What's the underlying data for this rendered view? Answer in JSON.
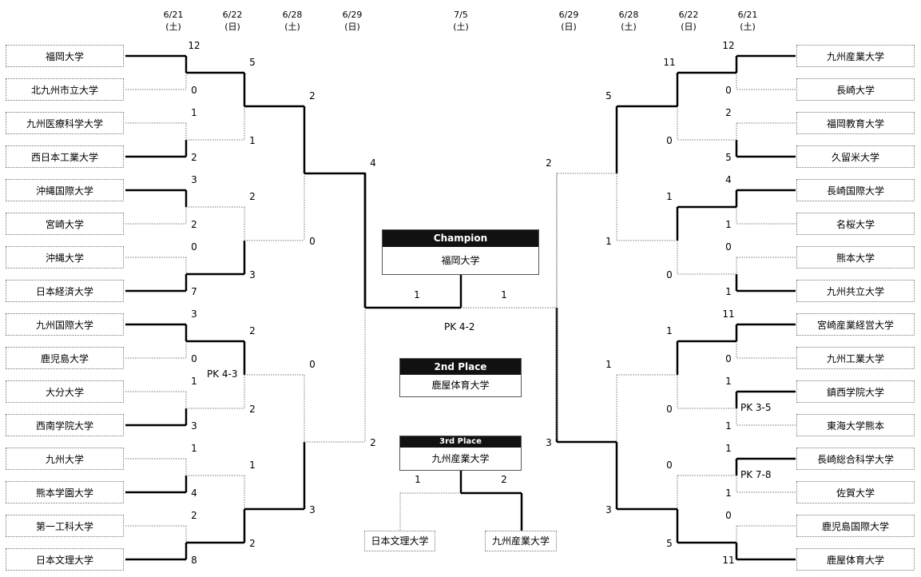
{
  "dates": {
    "left": [
      {
        "date": "6/21",
        "day": "(土)"
      },
      {
        "date": "6/22",
        "day": "(日)"
      },
      {
        "date": "6/28",
        "day": "(土)"
      },
      {
        "date": "6/29",
        "day": "(日)"
      }
    ],
    "center": {
      "date": "7/5",
      "day": "(土)"
    },
    "right": [
      {
        "date": "6/29",
        "day": "(日)"
      },
      {
        "date": "6/28",
        "day": "(土)"
      },
      {
        "date": "6/22",
        "day": "(日)"
      },
      {
        "date": "6/21",
        "day": "(土)"
      }
    ]
  },
  "left_teams": [
    "福岡大学",
    "北九州市立大学",
    "九州医療科学大学",
    "西日本工業大学",
    "沖縄国際大学",
    "宮崎大学",
    "沖縄大学",
    "日本経済大学",
    "九州国際大学",
    "鹿児島大学",
    "大分大学",
    "西南学院大学",
    "九州大学",
    "熊本学園大学",
    "第一工科大学",
    "日本文理大学"
  ],
  "right_teams": [
    "九州産業大学",
    "長崎大学",
    "福岡教育大学",
    "久留米大学",
    "長崎国際大学",
    "名桜大学",
    "熊本大学",
    "九州共立大学",
    "宮崎産業経営大学",
    "九州工業大学",
    "鎮西学院大学",
    "東海大学熊本",
    "長崎総合科学大学",
    "佐賀大学",
    "鹿児島国際大学",
    "鹿屋体育大学"
  ],
  "left_r1_scores": [
    "12",
    "0",
    "1",
    "2",
    "3",
    "2",
    "0",
    "7",
    "3",
    "0",
    "1",
    "3",
    "1",
    "4",
    "2",
    "8"
  ],
  "right_r1_scores": [
    "12",
    "0",
    "2",
    "5",
    "4",
    "1",
    "0",
    "1",
    "11",
    "0",
    "1",
    "1",
    "1",
    "1",
    "0",
    "11"
  ],
  "left_r2_scores": [
    "5",
    "1",
    "2",
    "3",
    "2",
    "2",
    "1",
    "2"
  ],
  "right_r2_scores": [
    "11",
    "0",
    "1",
    "0",
    "1",
    "0",
    "0",
    "5"
  ],
  "left_r3_scores": [
    "2",
    "0",
    "0",
    "3"
  ],
  "right_r3_scores": [
    "5",
    "1",
    "1",
    "3"
  ],
  "left_r4_scores": [
    "4",
    "2"
  ],
  "right_r4_scores": [
    "2",
    "3"
  ],
  "final_scores": {
    "left": "1",
    "right": "1"
  },
  "third_scores": {
    "left": "1",
    "right": "2"
  },
  "pk": {
    "left_r2": "PK 4-3",
    "right_r1_a": "PK 3-5",
    "right_r1_b": "PK 7-8",
    "final": "PK 4-2"
  },
  "champion": {
    "label": "Champion",
    "team": "福岡大学"
  },
  "second": {
    "label": "2nd Place",
    "team": "鹿屋体育大学"
  },
  "third": {
    "label": "3rd Place",
    "team": "九州産業大学"
  },
  "third_match": {
    "left": "日本文理大学",
    "right": "九州産業大学"
  }
}
